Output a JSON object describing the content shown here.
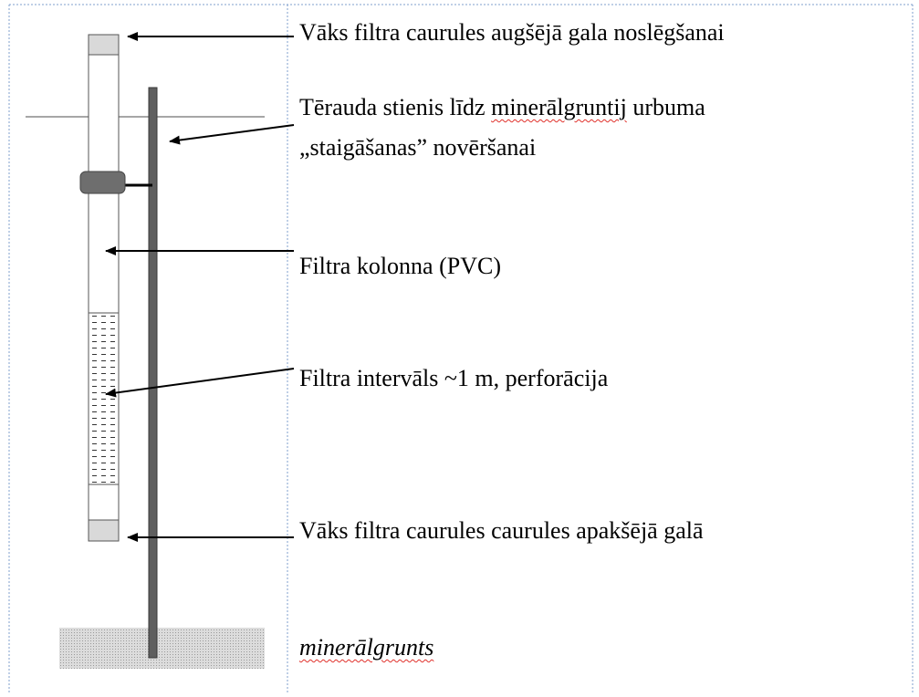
{
  "labels": {
    "top_cap": "Vāks filtra caurules augšējā gala noslēgšanai",
    "steel_rod_part1": "Tērauda stienis līdz ",
    "steel_rod_part2": "minerālgruntij",
    "steel_rod_part3": " urbuma",
    "steel_rod_line2": "„staigāšanas” novēršanai",
    "filter_column": "Filtra kolonna (PVC)",
    "filter_interval": "Filtra intervāls ~1 m, perforācija",
    "bottom_cap": "Vāks filtra caurules caurules apakšējā galā",
    "mineral_soil": "minerālgrunts"
  },
  "colors": {
    "cap_fill": "#d9d9d9",
    "rod_fill": "#5f5f5f",
    "clamp_fill": "#6e6e6e",
    "ground_line": "#a6a6a6",
    "frame_dotted": "#7f9fce",
    "soil_fill": "#c8c8c8",
    "text": "#000000"
  }
}
